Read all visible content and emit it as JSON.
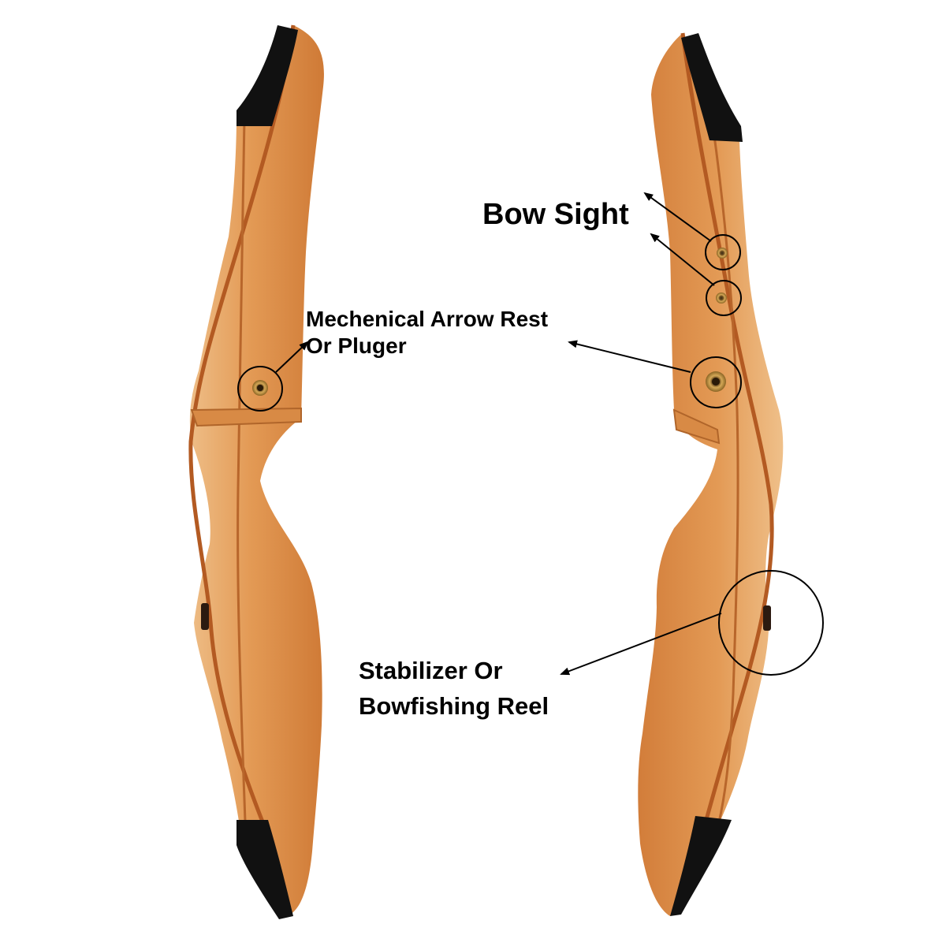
{
  "labels": {
    "bow_sight": "Bow Sight",
    "arrow_rest_line1": "Mechenical Arrow Rest",
    "arrow_rest_line2": "Or Pluger",
    "stabilizer_line1": "Stabilizer Or",
    "stabilizer_line2": "Bowfishing Reel"
  },
  "colors": {
    "wood_main": "#e0904a",
    "wood_light": "#eeb579",
    "wood_dark": "#c2662a",
    "tip": "#111111",
    "bushing": "#b8862f",
    "annotation": "#000000"
  }
}
